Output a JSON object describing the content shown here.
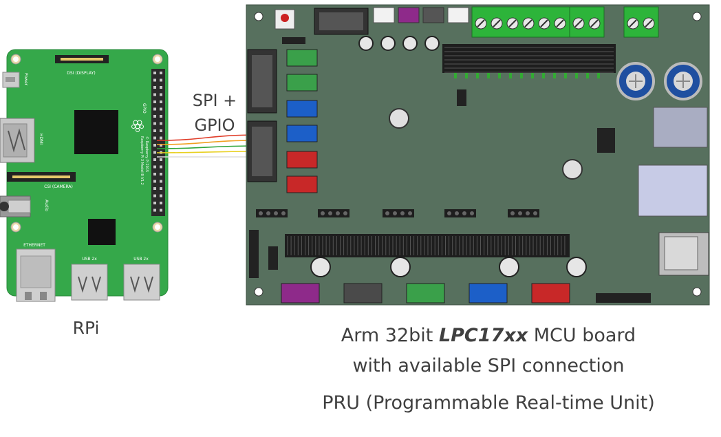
{
  "rpi": {
    "caption": "RPi",
    "silk": {
      "dsi": "DSI (DISPLAY)",
      "csi": "CSI (CAMERA)",
      "hdmi": "HDMI",
      "audio": "Audio",
      "power": "Power",
      "gpio": "GPIO",
      "ethernet": "ETHERNET",
      "usb_a": "USB 2x",
      "usb_b": "USB 2x",
      "copyright": "Raspberry Pi 3 Model B V1.2",
      "copyright2": "© Raspberry Pi 2015"
    }
  },
  "link": {
    "line1": "SPI +",
    "line2": "GPIO",
    "wire_colors": [
      "#e03c28",
      "#f0a020",
      "#2ea63a",
      "#e8d020",
      "#ffffff"
    ]
  },
  "mcu": {
    "caption_prefix": "Arm 32bit ",
    "caption_bold": "LPC17xx",
    "caption_suffix": " MCU board",
    "caption_line2": "with available SPI connection",
    "subtitle": "PRU (Programmable Real-time Unit)"
  },
  "colors": {
    "pcb_green": "#35a84a",
    "mcu_board": "#57705e",
    "header_black": "#2b2b2b"
  }
}
